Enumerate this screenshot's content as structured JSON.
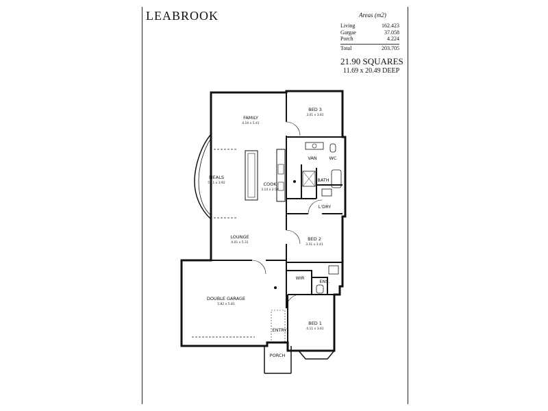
{
  "title": "LEABROOK",
  "areas": {
    "heading": "Areas (m2)",
    "rows": [
      {
        "label": "Living",
        "value": "162.423"
      },
      {
        "label": "Gargae",
        "value": "37.058"
      },
      {
        "label": "Porch",
        "value": "4.224"
      }
    ],
    "total_label": "Total",
    "total_value": "203.705"
  },
  "squares": "21.90 SQUARES",
  "dimensions": "11.69 x 20.49  DEEP",
  "rooms": {
    "family": {
      "name": "FAMILY",
      "size": "4.10 x 5.41"
    },
    "bed3": {
      "name": "BED 3",
      "size": "3.01 x 3.81"
    },
    "van": {
      "name": "VAN"
    },
    "wc": {
      "name": "WC"
    },
    "bath": {
      "name": "BATH"
    },
    "meals": {
      "name": "MEALS",
      "size": "5.11 x 3.92"
    },
    "cook": {
      "name": "COOK",
      "size": "3.14 x 2.54"
    },
    "ldry": {
      "name": "L'DRY"
    },
    "lounge": {
      "name": "LOUNGE",
      "size": "4.01 x 5.31"
    },
    "bed2": {
      "name": "BED 2",
      "size": "3.31 x 3.41"
    },
    "wir": {
      "name": "WIR"
    },
    "ens": {
      "name": "ENS."
    },
    "garage": {
      "name": "DOUBLE GARAGE",
      "size": "5.82 x 5.81"
    },
    "bed1": {
      "name": "BED 1",
      "size": "4.11 x 3.61"
    },
    "entry": {
      "name": "ENTRY"
    },
    "porch": {
      "name": "PORCH"
    }
  }
}
